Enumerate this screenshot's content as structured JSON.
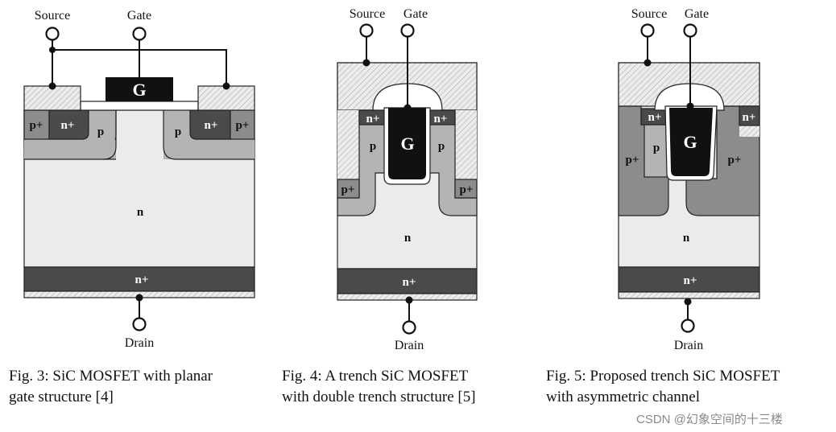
{
  "colors": {
    "substrate_n": "#ebebeb",
    "n_plus": "#4a4a4a",
    "p_region": "#b4b4b4",
    "p_plus": "#8c8c8c",
    "gate": "#111111",
    "oxide_hatch": "#cfcfcf"
  },
  "fig3": {
    "source": "Source",
    "gate": "Gate",
    "drain": "Drain",
    "g": "G",
    "p_plus_left": "p+",
    "n_plus_left": "n+",
    "p_left": "p",
    "p_right": "p",
    "n_plus_right": "n+",
    "p_plus_right": "p+",
    "n": "n",
    "n_plus_bottom": "n+",
    "caption_line1": "Fig. 3: SiC MOSFET with planar",
    "caption_line2": "gate structure [4]"
  },
  "fig4": {
    "source": "Source",
    "gate": "Gate",
    "drain": "Drain",
    "g": "G",
    "n_plus_left": "n+",
    "n_plus_right": "n+",
    "p_left": "p",
    "p_right": "p",
    "p_plus_left": "p+",
    "p_plus_right": "p+",
    "n": "n",
    "n_plus_bottom": "n+",
    "caption_line1": "Fig. 4: A trench SiC MOSFET",
    "caption_line2": "with double trench structure [5]"
  },
  "fig5": {
    "source": "Source",
    "gate": "Gate",
    "drain": "Drain",
    "g": "G",
    "n_plus_left": "n+",
    "n_plus_right": "n+",
    "p_plus_left": "p+",
    "p_mid": "p",
    "p_plus_right": "p+",
    "n": "n",
    "n_plus_bottom": "n+",
    "caption_line1": "Fig. 5: Proposed trench SiC MOSFET",
    "caption_line2": "with asymmetric channel"
  },
  "watermark": "CSDN @幻象空间的十三楼"
}
